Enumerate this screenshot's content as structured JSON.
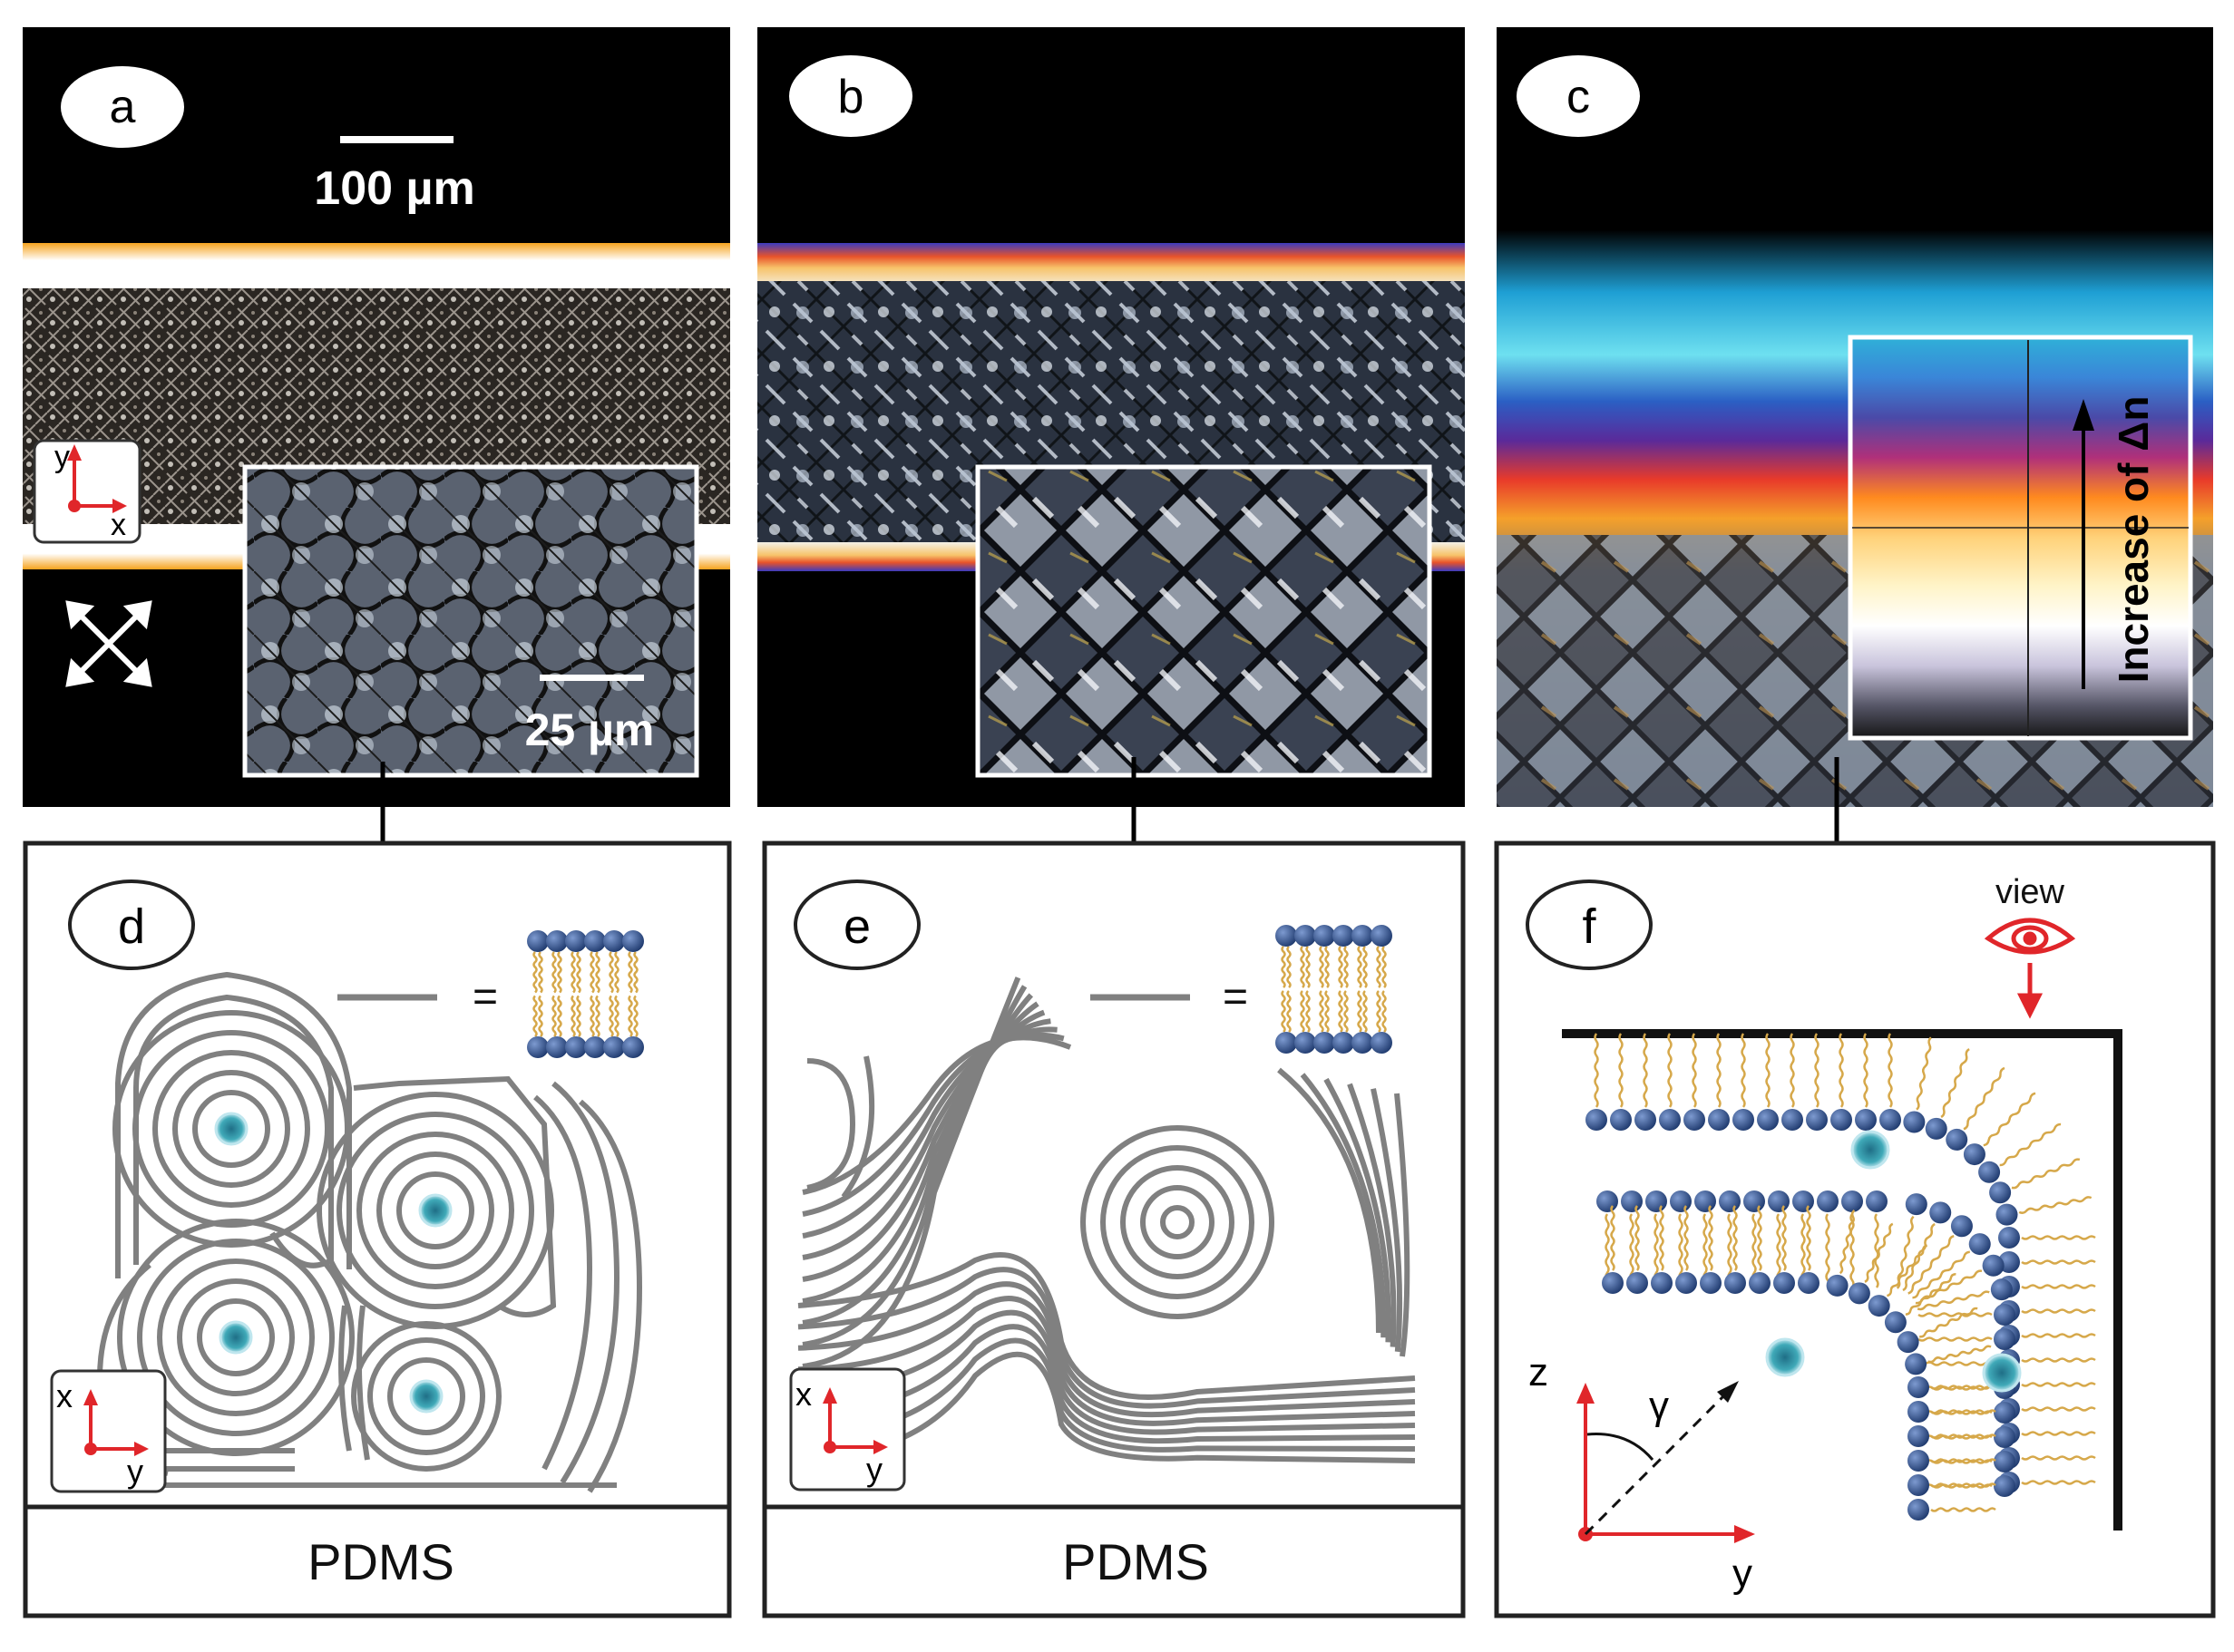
{
  "panels": {
    "a": {
      "letter": "a",
      "scale_main": "100 µm",
      "scale_inset": "25 µm",
      "axis_v": "y",
      "axis_h": "x"
    },
    "b": {
      "letter": "b"
    },
    "c": {
      "letter": "c",
      "colorbar_label": "Increase of Δn"
    },
    "d": {
      "letter": "d",
      "equals": "=",
      "axis_v": "x",
      "axis_h": "y",
      "substrate": "PDMS"
    },
    "e": {
      "letter": "e",
      "equals": "=",
      "axis_v": "x",
      "axis_h": "y",
      "substrate": "PDMS"
    },
    "f": {
      "letter": "f",
      "view": "view",
      "axis_z": "z",
      "axis_y": "y",
      "angle": "γ"
    }
  },
  "colors": {
    "axis_red": "#e0262a",
    "lipid_head": "#2d4f8a",
    "lipid_tail": "#d6a84a",
    "line_gray": "#808080",
    "core_teal": "#3fa9b8"
  },
  "icons": [
    "crossed-polarizer-icon",
    "eye-icon"
  ]
}
